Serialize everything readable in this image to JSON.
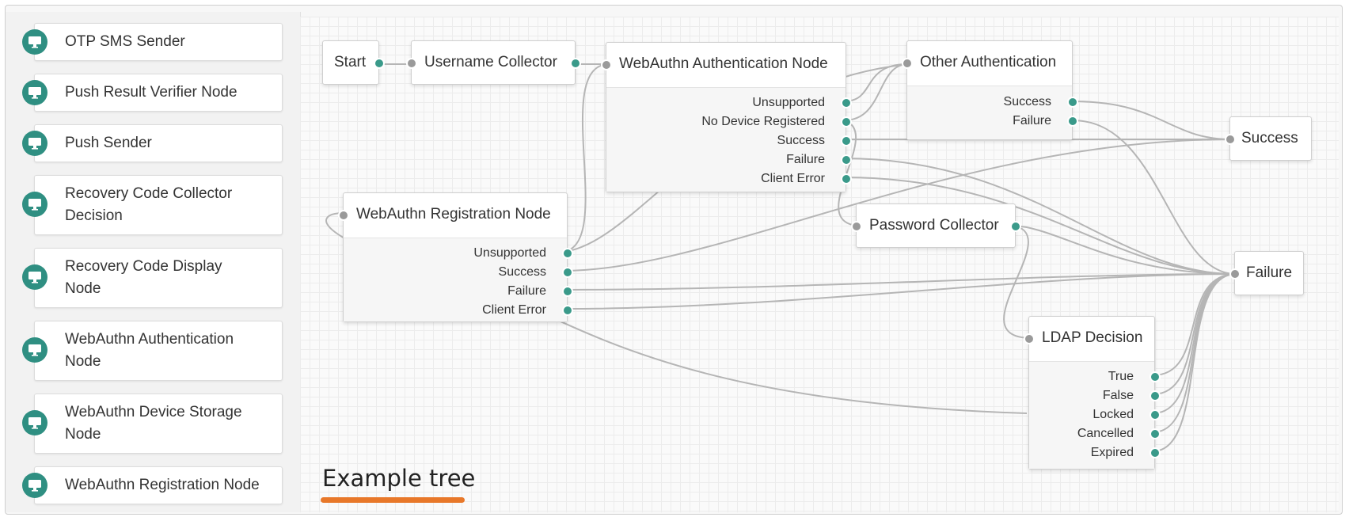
{
  "palette": {
    "items": [
      "OTP SMS Sender",
      "Push Result Verifier Node",
      "Push Sender",
      "Recovery Code Collector Decision",
      "Recovery Code Display Node",
      "WebAuthn Authentication Node",
      "WebAuthn Device Storage Node",
      "WebAuthn Registration Node"
    ],
    "icon": "monitor-icon"
  },
  "nodes": {
    "start": {
      "title": "Start"
    },
    "username": {
      "title": "Username Collector"
    },
    "webauthn_auth": {
      "title": "WebAuthn Authentication Node",
      "outcomes": [
        "Unsupported",
        "No Device Registered",
        "Success",
        "Failure",
        "Client Error"
      ]
    },
    "other_auth": {
      "title": "Other Authentication",
      "outcomes": [
        "Success",
        "Failure"
      ]
    },
    "webauthn_reg": {
      "title": "WebAuthn Registration Node",
      "outcomes": [
        "Unsupported",
        "Success",
        "Failure",
        "Client Error"
      ]
    },
    "password": {
      "title": "Password Collector"
    },
    "ldap": {
      "title": "LDAP Decision",
      "outcomes": [
        "True",
        "False",
        "Locked",
        "Cancelled",
        "Expired"
      ]
    },
    "success_end": {
      "title": "Success"
    },
    "failure_end": {
      "title": "Failure"
    }
  },
  "canvas": {
    "label": "Example tree"
  },
  "colors": {
    "port_out": "#3a9a8a",
    "port_in": "#9a9a9a",
    "icon_bg": "#2f8f82",
    "underline": "#e8782a",
    "wire": "#b5b5b5"
  }
}
